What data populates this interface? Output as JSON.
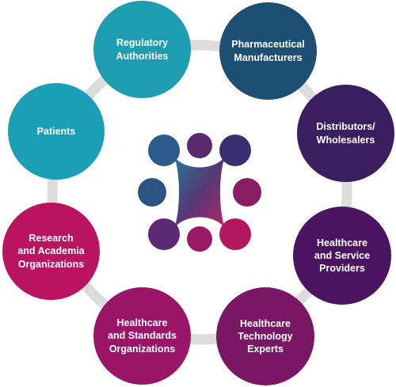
{
  "diagram": {
    "nodes": [
      {
        "label": "Regulatory\nAuthorities",
        "color": "#1e9cb0"
      },
      {
        "label": "Pharmaceutical\nManufacturers",
        "color": "#1c4f72"
      },
      {
        "label": "Distributors/\nWholesalers",
        "color": "#3b1e60"
      },
      {
        "label": "Patients",
        "color": "#1a9fb6"
      },
      {
        "label": "Healthcare\nand Service\nProviders",
        "color": "#4a1461"
      },
      {
        "label": "Research\nand Academia\nOrganizations",
        "color": "#ba1460"
      },
      {
        "label": "Healthcare\nand Standards\nOrganizations",
        "color": "#9a1468"
      },
      {
        "label": "Healthcare\nTechnology\nExperts",
        "color": "#7a1765"
      }
    ],
    "ring_color": "#dcdcdc",
    "logo": {
      "name": "interlocking-circles-logo-icon",
      "colors": [
        "#1e6f92",
        "#2b5180",
        "#4a2f6e",
        "#7a1e66",
        "#9c1665",
        "#b0185f"
      ]
    }
  }
}
